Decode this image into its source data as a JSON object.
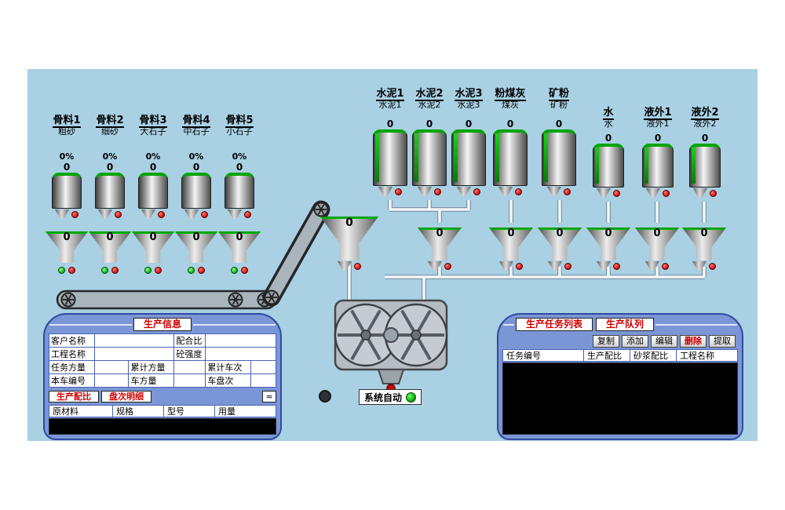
{
  "scene": {
    "status_label": "系统自动"
  },
  "colors": {
    "canvas_blue": "#a9d0e3",
    "panel_blue": "#7b96d6",
    "accent_red": "#cc0000",
    "indicator_green": "#00a800",
    "indicator_red": "#cf0000"
  },
  "aggregates": [
    {
      "title": "骨料1",
      "subtitle": "粗砂",
      "percent": "0%",
      "silo_value": "0",
      "hopper_value": "0"
    },
    {
      "title": "骨料2",
      "subtitle": "细砂",
      "percent": "0%",
      "silo_value": "0",
      "hopper_value": "0"
    },
    {
      "title": "骨料3",
      "subtitle": "大石子",
      "percent": "0%",
      "silo_value": "0",
      "hopper_value": "0"
    },
    {
      "title": "骨料4",
      "subtitle": "中石子",
      "percent": "0%",
      "silo_value": "0",
      "hopper_value": "0"
    },
    {
      "title": "骨料5",
      "subtitle": "小石子",
      "percent": "0%",
      "silo_value": "0",
      "hopper_value": "0"
    }
  ],
  "silos": [
    {
      "title": "水泥1",
      "subtitle": "水泥1",
      "value": "0"
    },
    {
      "title": "水泥2",
      "subtitle": "水泥2",
      "value": "0"
    },
    {
      "title": "水泥3",
      "subtitle": "水泥3",
      "value": "0"
    },
    {
      "title": "粉煤灰",
      "subtitle": "煤灰",
      "value": "0"
    },
    {
      "title": "矿粉",
      "subtitle": "矿粉",
      "value": "0"
    },
    {
      "title": "水",
      "subtitle": "水",
      "value": "0"
    },
    {
      "title": "液外1",
      "subtitle": "液外1",
      "value": "0"
    },
    {
      "title": "液外2",
      "subtitle": "液外2",
      "value": "0"
    }
  ],
  "scales": {
    "transfer": "0",
    "cement": "0",
    "flyash": "0",
    "mineral": "0",
    "water": "0",
    "admix1": "0",
    "admix2": "0"
  },
  "info_panel": {
    "title": "生产信息",
    "fields": {
      "customer": "客户名称",
      "mix_ratio": "配合比",
      "project": "工程名称",
      "strength": "砼强度",
      "task_volume": "任务方量",
      "total_volume": "累计方量",
      "total_trips": "累计车次",
      "truck_no": "本车编号",
      "truck_volume": "车方量",
      "truck_batches": "车盘次"
    },
    "tabs": [
      "生产配比",
      "盘次明细"
    ],
    "scroll_glyph": "≈",
    "table_headers": [
      "原材料",
      "规格",
      "型号",
      "用量"
    ]
  },
  "task_panel": {
    "tabs": [
      "生产任务列表",
      "生产队列"
    ],
    "buttons": [
      "复制",
      "添加",
      "编辑",
      "删除",
      "提取"
    ],
    "table_headers": [
      "任务编号",
      "生产配比",
      "砂浆配比",
      "工程名称"
    ]
  }
}
